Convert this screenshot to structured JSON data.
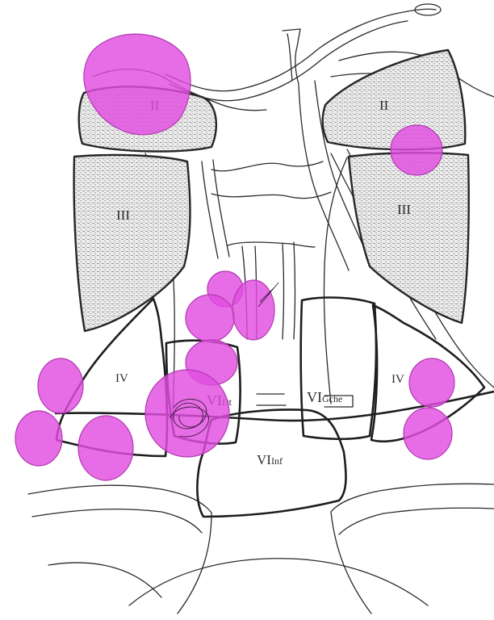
{
  "colors": {
    "node_fill": "#e04de0",
    "ink": "#2a2a2a",
    "region_shading": "#8a8a8a"
  },
  "regions": {
    "ii_right": "II",
    "ii_left": "II",
    "iii_right": "III",
    "iii_left": "III",
    "iv_right": "IV",
    "iv_left": "IV",
    "vi_right_main": "VI",
    "vi_right_sub": "Dt",
    "vi_left_main": "VI",
    "vi_left_sub": "Gche",
    "vi_inferior_main": "VI",
    "vi_inferior_sub": "Inf"
  }
}
